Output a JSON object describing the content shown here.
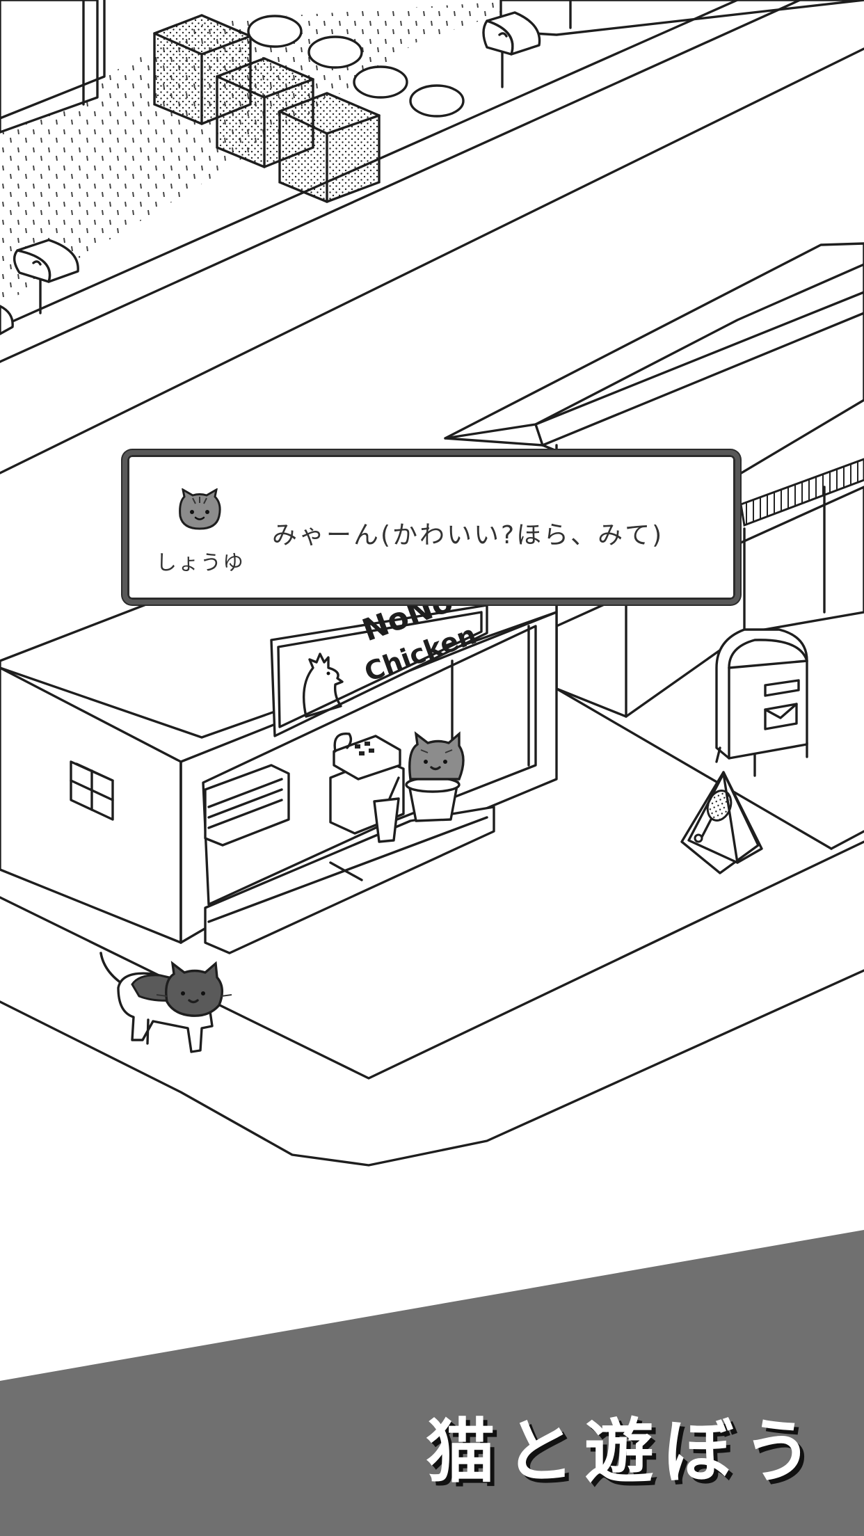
{
  "dialog": {
    "speaker_name": "しょうゆ",
    "text": "みゃーん(かわいい?ほら、みて)",
    "speaker_icon": "cat-face-icon"
  },
  "sign": {
    "line1": "NoNo",
    "line2": "Chicken"
  },
  "banner": {
    "caption": "猫と遊ぼう",
    "color": "#707070"
  },
  "colors": {
    "ink": "#1e1e1e",
    "dialog_border": "#585858",
    "cat_gray": "#8c8c8c",
    "cat_dark": "#5a5a5a"
  }
}
